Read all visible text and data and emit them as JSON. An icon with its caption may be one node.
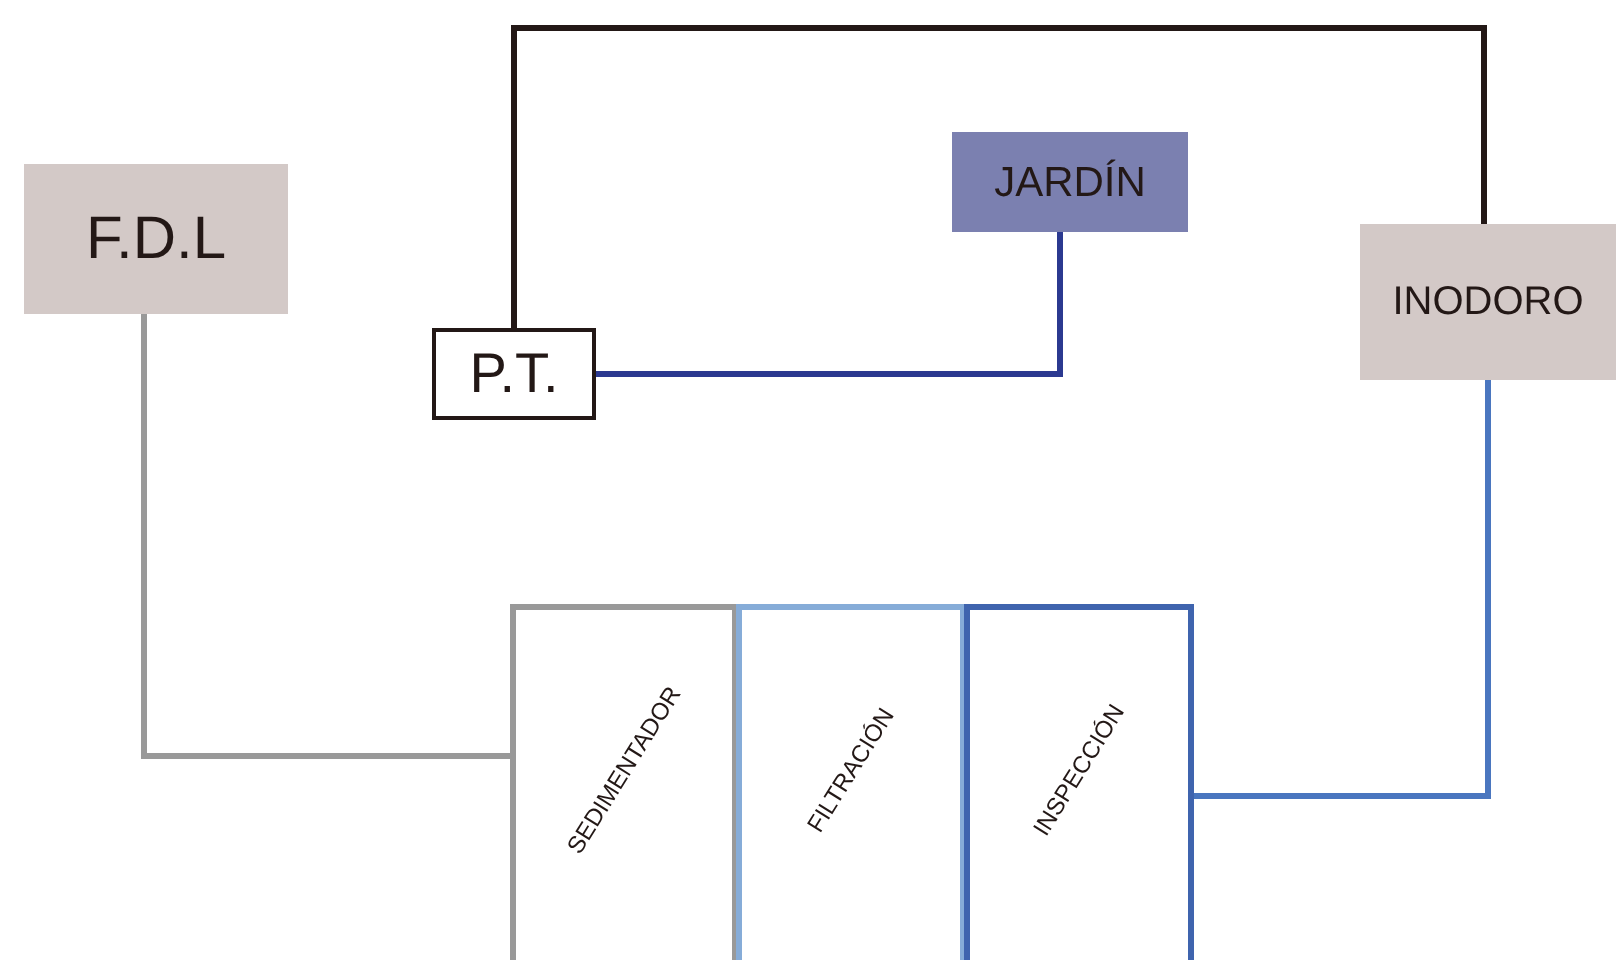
{
  "diagram": {
    "nodes": [
      {
        "text": [
          "F.D.L"
        ]
      },
      {
        "text": [
          "P.T."
        ]
      },
      {
        "text": [
          "JARDÍN"
        ]
      },
      {
        "text": [
          "INODORO"
        ]
      },
      {
        "text": [
          "SEDIMENTADOR"
        ]
      },
      {
        "text": [
          "FILTRACIÓN"
        ]
      },
      {
        "text": [
          "INSPECCIÓN"
        ]
      }
    ],
    "edges": [
      {
        "from": 0,
        "to": 4,
        "arrow": "none",
        "color": "#999999"
      },
      {
        "from": 1,
        "to": 3,
        "arrow": "none",
        "color": "#231816"
      },
      {
        "from": 1,
        "to": 2,
        "arrow": "none",
        "color": "#2b3990"
      },
      {
        "from": 3,
        "to": 6,
        "arrow": "none",
        "color": "#4a76bf"
      }
    ]
  }
}
